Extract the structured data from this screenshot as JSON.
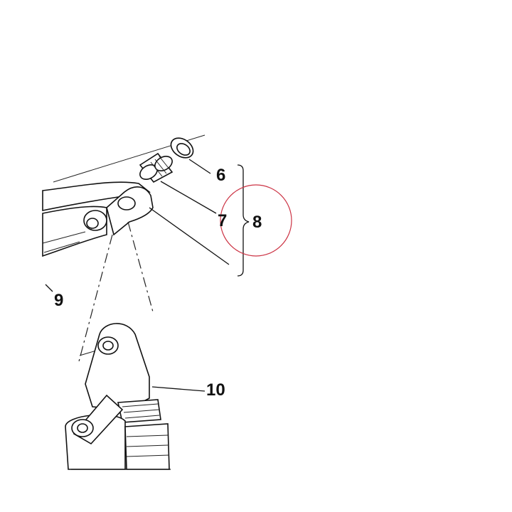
{
  "callouts": {
    "c6": "6",
    "c7": "7",
    "c8": "8",
    "c9": "9",
    "c10": "10"
  },
  "highlight": {
    "color": "#cc3344"
  },
  "colors": {
    "ink": "#111111",
    "background": "#ffffff"
  }
}
